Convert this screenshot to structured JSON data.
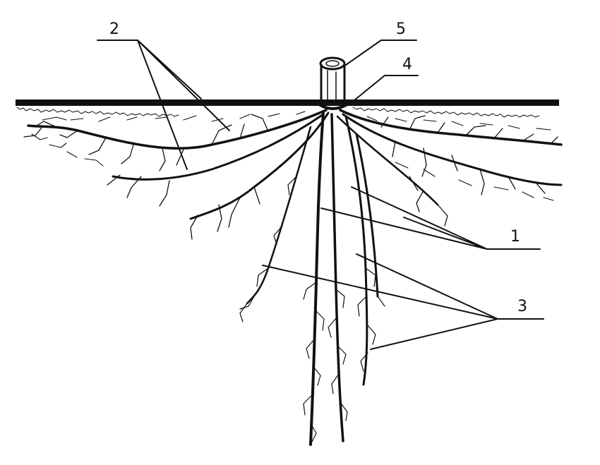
{
  "figure": {
    "labels": [
      {
        "id": "1",
        "text": "1"
      },
      {
        "id": "2",
        "text": "2"
      },
      {
        "id": "3",
        "text": "3"
      },
      {
        "id": "4",
        "text": "4"
      },
      {
        "id": "5",
        "text": "5"
      }
    ]
  },
  "colors": {
    "ink": "#111111",
    "background": "#ffffff"
  }
}
